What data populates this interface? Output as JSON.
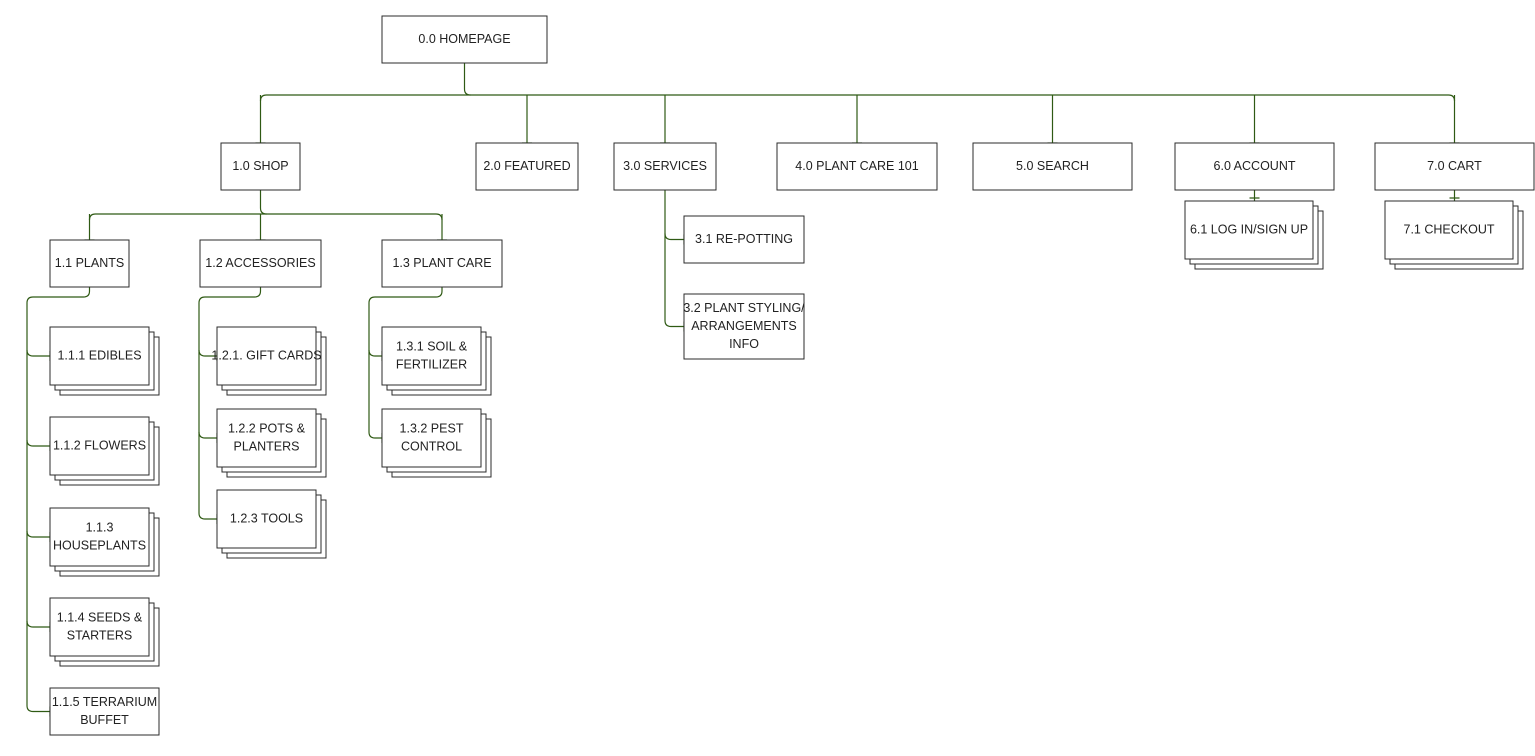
{
  "diagram": {
    "colors": {
      "connector": "#2f5a14",
      "border": "#2b2b2b",
      "text": "#222222",
      "background": "#ffffff"
    },
    "nodes": [
      {
        "id": "n0",
        "lines": [
          "0.0 HOMEPAGE"
        ]
      },
      {
        "id": "n1",
        "lines": [
          "1.0 SHOP"
        ]
      },
      {
        "id": "n2",
        "lines": [
          "2.0 FEATURED"
        ]
      },
      {
        "id": "n3",
        "lines": [
          "3.0 SERVICES"
        ]
      },
      {
        "id": "n4",
        "lines": [
          "4.0 PLANT CARE 101"
        ]
      },
      {
        "id": "n5",
        "lines": [
          "5.0 SEARCH"
        ]
      },
      {
        "id": "n6",
        "lines": [
          "6.0 ACCOUNT"
        ]
      },
      {
        "id": "n7",
        "lines": [
          "7.0 CART"
        ]
      },
      {
        "id": "n1_1",
        "lines": [
          "1.1 PLANTS"
        ]
      },
      {
        "id": "n1_2",
        "lines": [
          "1.2 ACCESSORIES"
        ]
      },
      {
        "id": "n1_3",
        "lines": [
          "1.3 PLANT CARE"
        ]
      },
      {
        "id": "n1_1_1",
        "lines": [
          "1.1.1 EDIBLES"
        ],
        "stacked": true
      },
      {
        "id": "n1_1_2",
        "lines": [
          "1.1.2 FLOWERS"
        ],
        "stacked": true
      },
      {
        "id": "n1_1_3",
        "lines": [
          "1.1.3",
          "HOUSEPLANTS"
        ],
        "stacked": true
      },
      {
        "id": "n1_1_4",
        "lines": [
          "1.1.4 SEEDS &",
          "STARTERS"
        ],
        "stacked": true
      },
      {
        "id": "n1_1_5",
        "lines": [
          "1.1.5 TERRARIUM",
          "BUFFET"
        ]
      },
      {
        "id": "n1_2_1",
        "lines": [
          "1.2.1. GIFT CARDS"
        ],
        "stacked": true
      },
      {
        "id": "n1_2_2",
        "lines": [
          "1.2.2 POTS &",
          "PLANTERS"
        ],
        "stacked": true
      },
      {
        "id": "n1_2_3",
        "lines": [
          "1.2.3 TOOLS"
        ],
        "stacked": true
      },
      {
        "id": "n1_3_1",
        "lines": [
          "1.3.1 SOIL &",
          "FERTILIZER"
        ],
        "stacked": true
      },
      {
        "id": "n1_3_2",
        "lines": [
          "1.3.2 PEST",
          "CONTROL"
        ],
        "stacked": true
      },
      {
        "id": "n3_1",
        "lines": [
          "3.1 RE-POTTING"
        ]
      },
      {
        "id": "n3_2",
        "lines": [
          "3.2 PLANT STYLING/",
          "ARRANGEMENTS",
          "INFO"
        ]
      },
      {
        "id": "n6_1",
        "lines": [
          "6.1 LOG IN/SIGN UP"
        ],
        "stacked": true
      },
      {
        "id": "n7_1",
        "lines": [
          "7.1 CHECKOUT"
        ],
        "stacked": true
      }
    ],
    "edges": [
      [
        "n0",
        "n1"
      ],
      [
        "n0",
        "n2"
      ],
      [
        "n0",
        "n3"
      ],
      [
        "n0",
        "n4"
      ],
      [
        "n0",
        "n5"
      ],
      [
        "n0",
        "n6"
      ],
      [
        "n0",
        "n7"
      ],
      [
        "n1",
        "n1_1"
      ],
      [
        "n1",
        "n1_2"
      ],
      [
        "n1",
        "n1_3"
      ],
      [
        "n1_1",
        "n1_1_1"
      ],
      [
        "n1_1",
        "n1_1_2"
      ],
      [
        "n1_1",
        "n1_1_3"
      ],
      [
        "n1_1",
        "n1_1_4"
      ],
      [
        "n1_1",
        "n1_1_5"
      ],
      [
        "n1_2",
        "n1_2_1"
      ],
      [
        "n1_2",
        "n1_2_2"
      ],
      [
        "n1_2",
        "n1_2_3"
      ],
      [
        "n1_3",
        "n1_3_1"
      ],
      [
        "n1_3",
        "n1_3_2"
      ],
      [
        "n3",
        "n3_1"
      ],
      [
        "n3",
        "n3_2"
      ],
      [
        "n6",
        "n6_1"
      ],
      [
        "n7",
        "n7_1"
      ]
    ]
  }
}
